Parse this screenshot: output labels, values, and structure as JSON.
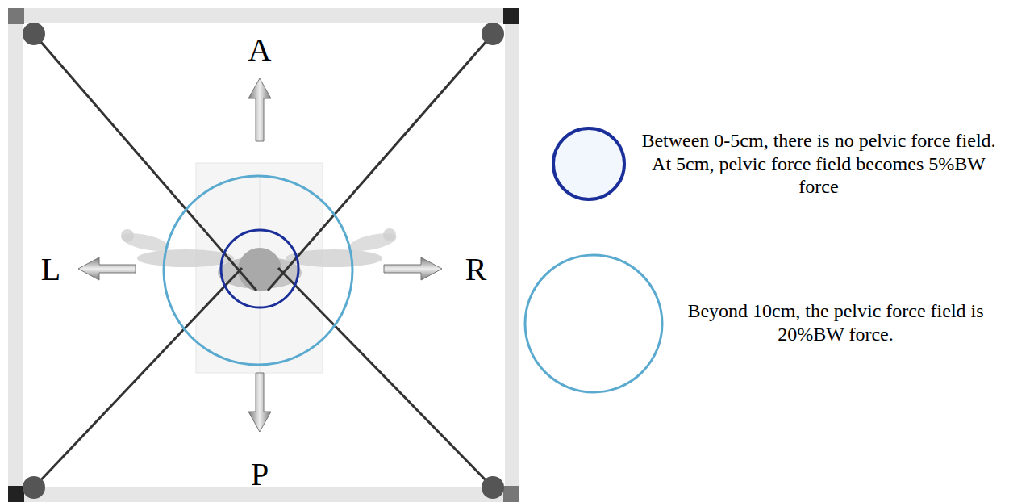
{
  "diagram": {
    "labels": [
      "A",
      "L",
      "R",
      "P"
    ],
    "legend": [
      {
        "text": "Between 0-5cm, there is no pelvic force field. At 5cm, pelvic force field becomes 5%BW force"
      },
      {
        "text": "Beyond 10cm, the pelvic force field is 20%BW force."
      }
    ]
  }
}
